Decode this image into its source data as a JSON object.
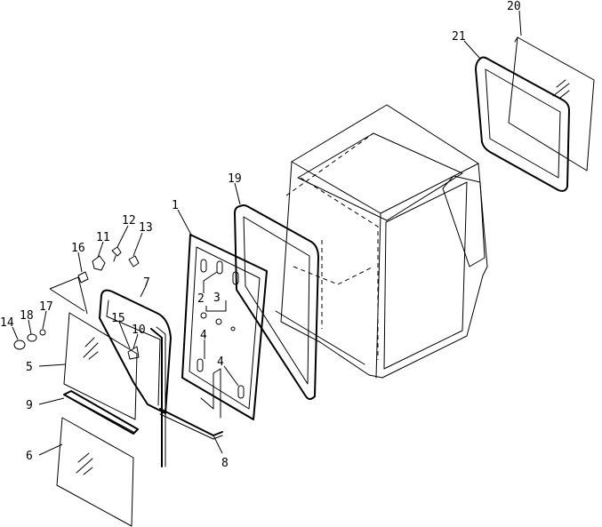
{
  "callouts": {
    "c1": "1",
    "c2": "2",
    "c3": "3",
    "c4a": "4",
    "c4b": "4",
    "c5": "5",
    "c6": "6",
    "c7": "7",
    "c8": "8",
    "c9": "9",
    "c10": "10",
    "c11": "11",
    "c12": "12",
    "c13": "13",
    "c14": "14",
    "c15": "15",
    "c16": "16",
    "c17": "17",
    "c18": "18",
    "c19": "19",
    "c20": "20",
    "c21": "21"
  }
}
